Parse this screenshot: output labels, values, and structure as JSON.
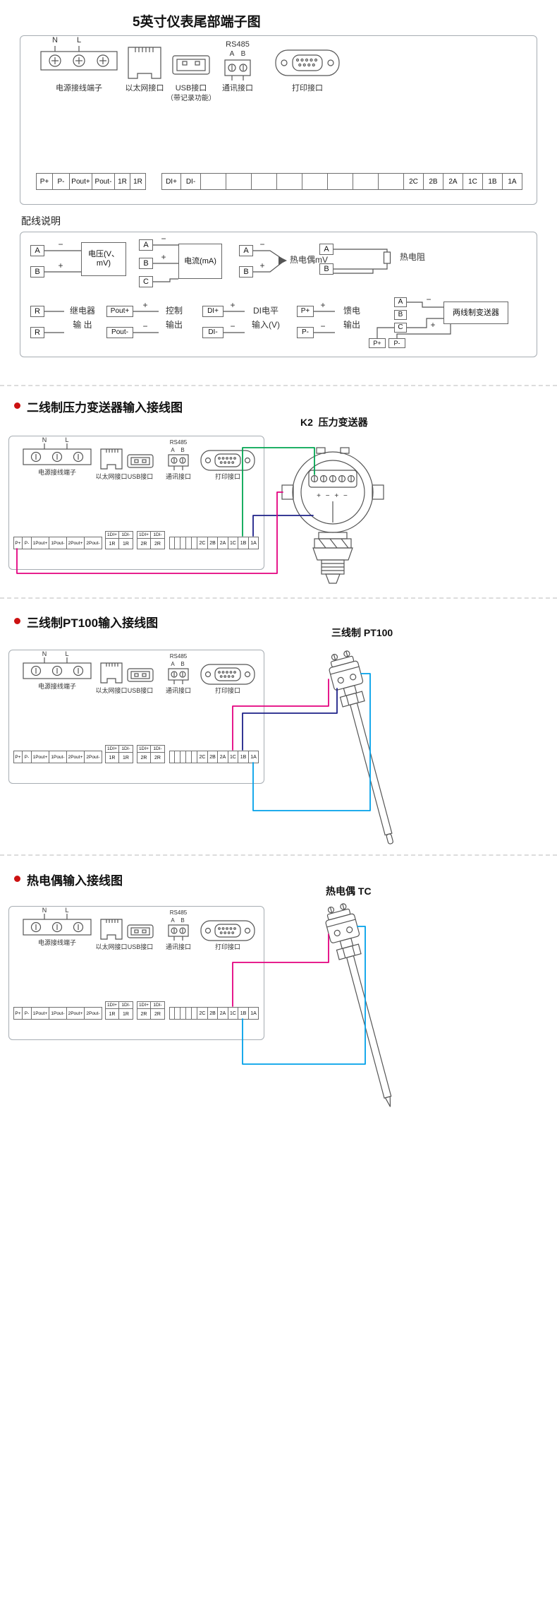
{
  "colors": {
    "wire_green": "#00a551",
    "wire_pink": "#e4007f",
    "wire_blue": "#1d2088",
    "wire_cyan": "#00a0e9",
    "bullet_red": "#cc1111"
  },
  "page": {
    "title": "5英寸仪表尾部端子图",
    "wiring_notes_label": "配线说明"
  },
  "rear_panel": {
    "power_n": "N",
    "power_l": "L",
    "power_label": "电源接线端子",
    "ethernet_label": "以太网接口",
    "usb_label": "USB接口",
    "usb_sublabel": "（带记录功能）",
    "rs485_title": "RS485",
    "rs485_a": "A",
    "rs485_b": "B",
    "comm_label": "通讯接口",
    "printer_label": "打印接口",
    "strip_left": [
      "P+",
      "P-",
      "Pout+",
      "Pout-",
      "1R",
      "1R"
    ],
    "strip_right_head": [
      "DI+",
      "DI-"
    ],
    "strip_right_tail": [
      "2C",
      "2B",
      "2A",
      "1C",
      "1B",
      "1A"
    ]
  },
  "legend": {
    "voltage": {
      "a": "A",
      "b": "B",
      "minus": "−",
      "plus": "+",
      "label": "电压(V、mV)"
    },
    "current": {
      "a": "A",
      "b": "B",
      "c": "C",
      "minus": "−",
      "plus": "+",
      "label": "电流(mA)"
    },
    "thermocouple": {
      "a": "A",
      "b": "B",
      "minus": "−",
      "plus": "+",
      "label": "热电偶mV"
    },
    "rtd": {
      "a": "A",
      "b": "B",
      "label": "热电阻"
    },
    "relay": {
      "r1": "R",
      "r2": "R",
      "label1": "继电器",
      "label2": "输 出"
    },
    "control": {
      "t1": "Pout+",
      "t2": "Pout-",
      "plus": "+",
      "minus": "−",
      "label1": "控制",
      "label2": "输出"
    },
    "di": {
      "t1": "DI+",
      "t2": "DI-",
      "plus": "+",
      "minus": "−",
      "label1": "DI电平",
      "label2": "输入(V)"
    },
    "feed": {
      "t1": "P+",
      "t2": "P-",
      "plus": "+",
      "minus": "−",
      "label1": "馈电",
      "label2": "输出"
    },
    "transmitter2w": {
      "a": "A",
      "b": "B",
      "c": "C",
      "p1": "P+",
      "p2": "P-",
      "minus": "−",
      "plus": "+",
      "label": "两线制变送器"
    }
  },
  "panel": {
    "power_n": "N",
    "power_l": "L",
    "power_label": "电源接线端子",
    "ethernet_label": "以太网接口",
    "usb_label": "USB接口",
    "rs485_title": "RS485",
    "rs485_a": "A",
    "rs485_b": "B",
    "comm_label": "通讯接口",
    "printer_label": "打印接口",
    "strip_left": [
      "P+",
      "P-",
      "1Pout+",
      "1Pout-",
      "2Pout+",
      "2Pout-"
    ],
    "di1_top": [
      "1DI+",
      "1DI-"
    ],
    "di1_bottom": [
      "1R",
      "1R"
    ],
    "di2_top": [
      "1DI+",
      "1DI-"
    ],
    "di2_bottom": [
      "2R",
      "2R"
    ],
    "strip_right": [
      "2C",
      "2B",
      "2A",
      "1C",
      "1B",
      "1A"
    ]
  },
  "sections": {
    "pressure": {
      "title": "二线制压力变送器输入接线图",
      "device_label": "K2  压力变送器",
      "terminal_signs": "+ − + −"
    },
    "pt100": {
      "title": "三线制PT100输入接线图",
      "device_label": "三线制 PT100"
    },
    "tc": {
      "title": "热电偶输入接线图",
      "device_label": "热电偶 TC"
    }
  }
}
